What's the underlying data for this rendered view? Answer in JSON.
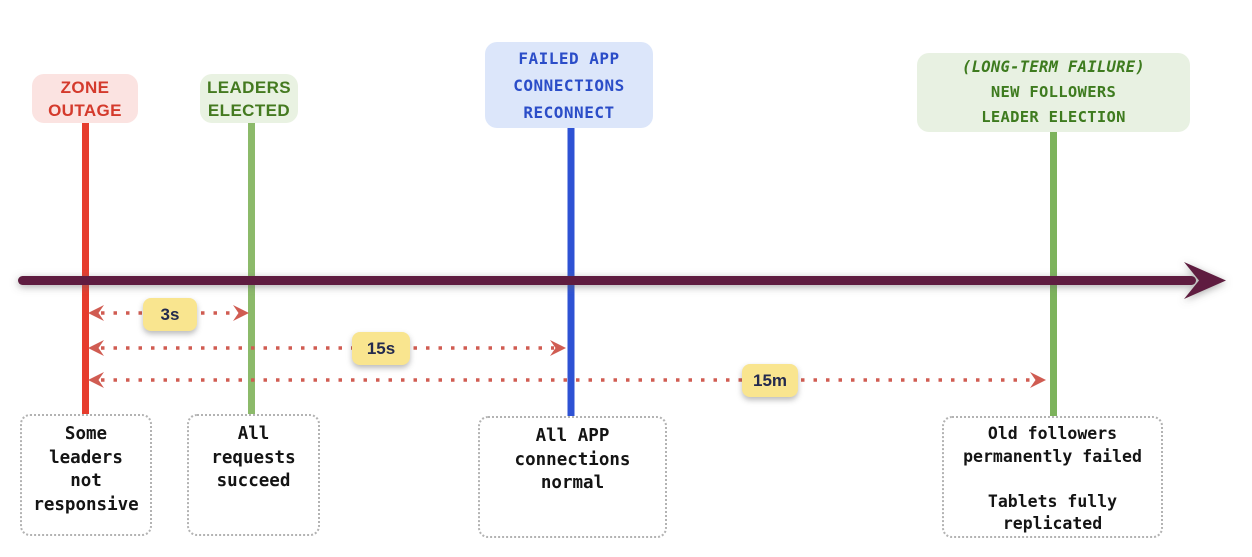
{
  "colors": {
    "timeline": "#5e1f3f",
    "interval": "#d05c52",
    "badge_bg": "#f9e58f",
    "badge_text": "#232a4e"
  },
  "events": [
    {
      "name": "zone-outage",
      "label": "ZONE\nOUTAGE",
      "label_color": "#d43a2c",
      "label_bg": "#fbe3e1",
      "line_color": "#e63c2d",
      "note": "Some\nleaders\nnot\nresponsive"
    },
    {
      "name": "leaders-elected",
      "label": "LEADERS\nELECTED",
      "label_color": "#447a20",
      "label_bg": "#e9f2e2",
      "line_color": "#8cba6a",
      "note": "All\nrequests\nsucceed"
    },
    {
      "name": "failed-app-connections-reconnect",
      "label": "FAILED APP\nCONNECTIONS\nRECONNECT",
      "label_color": "#2b4dc8",
      "label_bg": "#dce6fa",
      "line_color": "#2e52d4",
      "note": "All APP\nconnections\nnormal"
    },
    {
      "name": "long-term-failure-new-followers-leader-election",
      "label_prefix": "(LONG-TERM FAILURE)",
      "label": "NEW FOLLOWERS\nLEADER ELECTION",
      "label_color": "#3e7b1f",
      "label_bg": "#e8f1e2",
      "line_color": "#7db35c",
      "note": "Old followers\npermanently failed\n\nTablets fully\nreplicated"
    }
  ],
  "intervals": [
    {
      "name": "outage-to-leaders-elected",
      "label": "3s"
    },
    {
      "name": "outage-to-connections-reconnect",
      "label": "15s"
    },
    {
      "name": "outage-to-new-followers-election",
      "label": "15m"
    }
  ]
}
